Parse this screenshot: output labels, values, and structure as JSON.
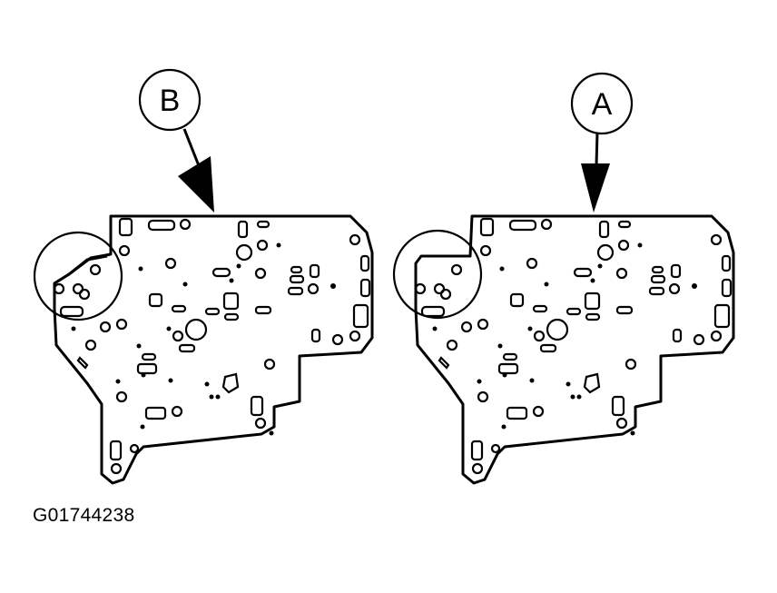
{
  "figure": {
    "plates": [
      {
        "callout": "B"
      },
      {
        "callout": "A"
      }
    ],
    "caption": "G01744238"
  },
  "colors": {
    "line": "#000000",
    "background": "#ffffff"
  }
}
